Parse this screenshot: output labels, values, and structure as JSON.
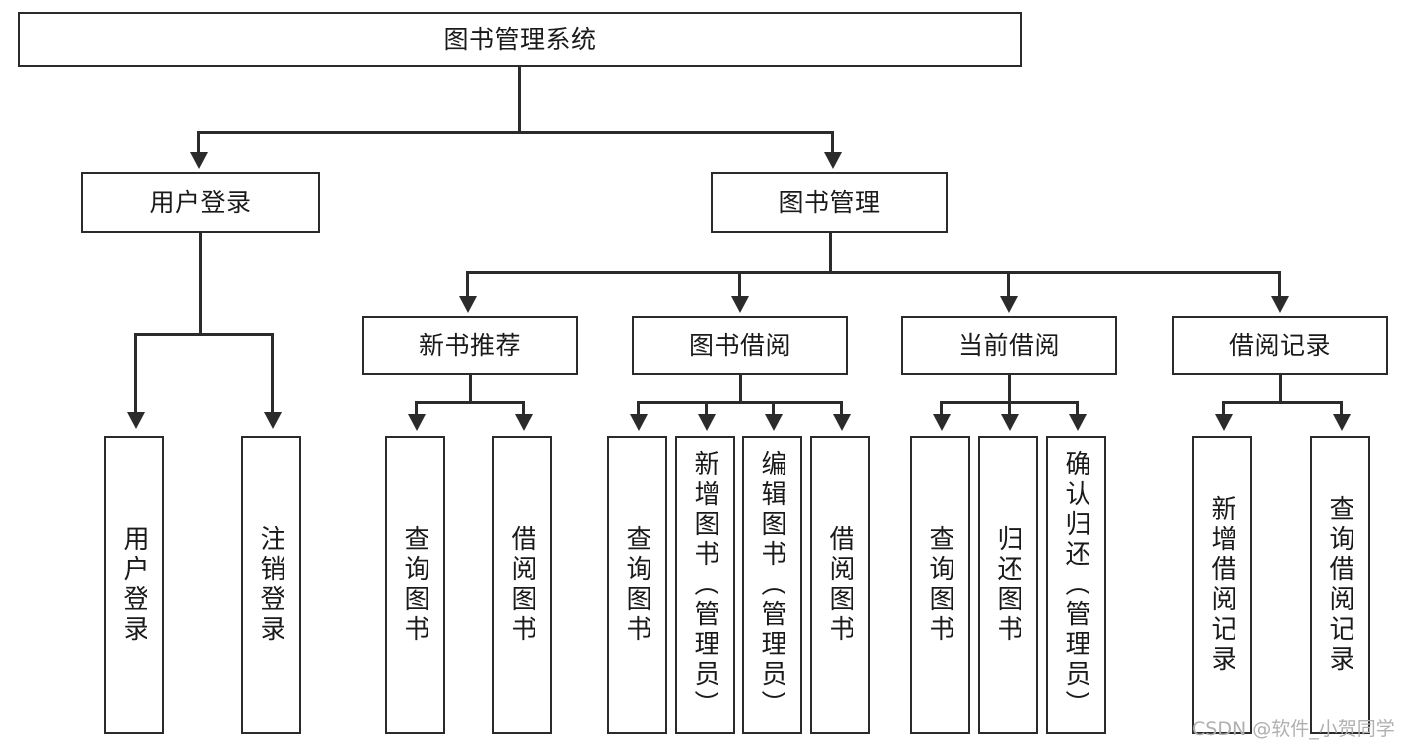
{
  "diagram": {
    "title": "图书管理系统",
    "type": "hierarchy-tree",
    "root": {
      "id": "root",
      "label": "图书管理系统"
    },
    "level2": [
      {
        "id": "user-login",
        "label": "用户登录"
      },
      {
        "id": "book-manage",
        "label": "图书管理"
      }
    ],
    "level3": [
      {
        "id": "new-book-recommend",
        "label": "新书推荐",
        "parent": "book-manage"
      },
      {
        "id": "book-borrow",
        "label": "图书借阅",
        "parent": "book-manage"
      },
      {
        "id": "current-borrow",
        "label": "当前借阅",
        "parent": "book-manage"
      },
      {
        "id": "borrow-record",
        "label": "借阅记录",
        "parent": "book-manage"
      }
    ],
    "leaves": [
      {
        "id": "leaf-user-login",
        "label": "用户登录",
        "parent": "user-login"
      },
      {
        "id": "leaf-user-logout",
        "label": "注销登录",
        "parent": "user-login"
      },
      {
        "id": "leaf-query-book-1",
        "label": "查询图书",
        "parent": "new-book-recommend"
      },
      {
        "id": "leaf-borrow-book-1",
        "label": "借阅图书",
        "parent": "new-book-recommend"
      },
      {
        "id": "leaf-query-book-2",
        "label": "查询图书",
        "parent": "book-borrow"
      },
      {
        "id": "leaf-add-book",
        "label": "新增图书（管理员）",
        "parent": "book-borrow"
      },
      {
        "id": "leaf-edit-book",
        "label": "编辑图书（管理员）",
        "parent": "book-borrow"
      },
      {
        "id": "leaf-borrow-book-2",
        "label": "借阅图书",
        "parent": "book-borrow"
      },
      {
        "id": "leaf-query-book-3",
        "label": "查询图书",
        "parent": "current-borrow"
      },
      {
        "id": "leaf-return-book",
        "label": "归还图书",
        "parent": "current-borrow"
      },
      {
        "id": "leaf-confirm-return",
        "label": "确认归还（管理员）",
        "parent": "current-borrow"
      },
      {
        "id": "leaf-add-record",
        "label": "新增借阅记录",
        "parent": "borrow-record"
      },
      {
        "id": "leaf-query-record",
        "label": "查询借阅记录",
        "parent": "borrow-record"
      }
    ],
    "watermark": "CSDN @软件_小贺同学",
    "colors": {
      "stroke": "#2b2b2b",
      "fill": "#ffffff",
      "text": "#1a1a1a",
      "watermark": "#b0b0b0"
    }
  }
}
